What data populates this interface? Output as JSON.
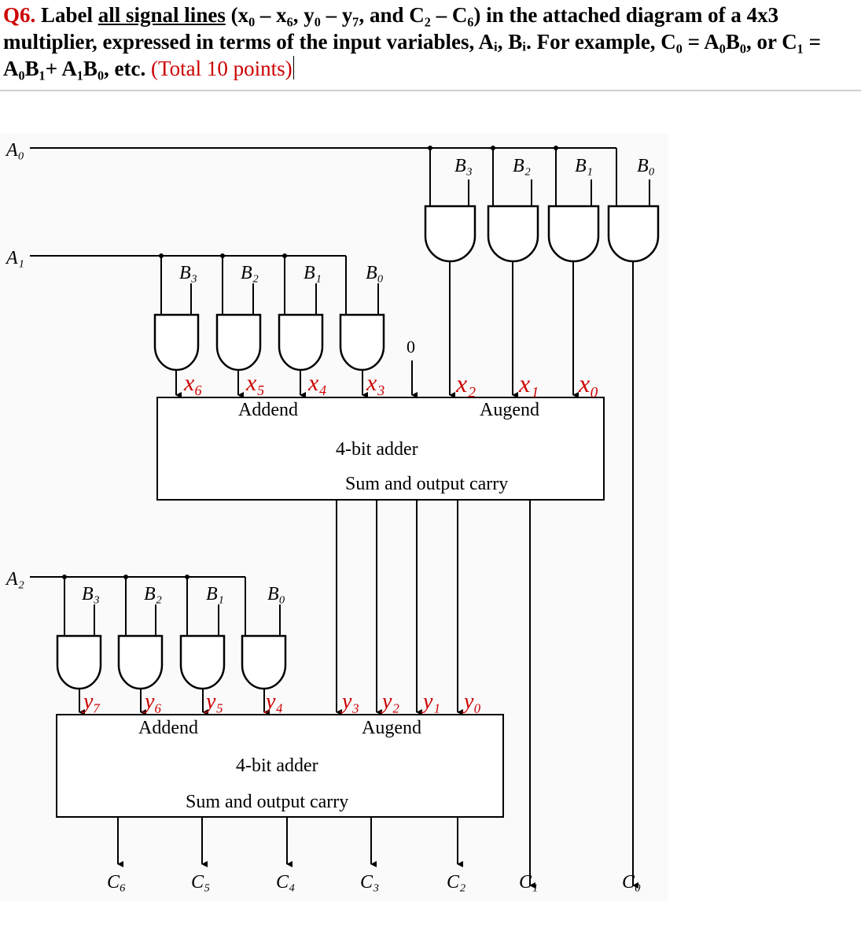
{
  "question": {
    "number": "Q6.",
    "part1": " Label ",
    "underlined": "all signal lines",
    "part2": " (x₀ – x₆, y₀ – y₇, and C₂ – C₆) in the attached diagram of a 4x3 multiplier, expressed in terms of the input variables, Aᵢ, Bᵢ. For example, C₀ = A₀B₀, or C₁ = A₀B₁+ A₁B₀, etc.",
    "points": " (Total 10 points)"
  },
  "diagram": {
    "inputs": {
      "a0": "A₀",
      "a1": "A₁",
      "a2": "A₂"
    },
    "row0_b_labels": [
      "B₃",
      "B₂",
      "B₁",
      "B₀"
    ],
    "row1_b_labels": [
      "B₃",
      "B₂",
      "B₁",
      "B₀"
    ],
    "row2_b_labels": [
      "B₃",
      "B₂",
      "B₁",
      "B₀"
    ],
    "zero_label": "0",
    "x_labels": [
      "x₆",
      "x₅",
      "x₄",
      "x₃",
      "x₂",
      "x₁",
      "x₀"
    ],
    "y_labels": [
      "y₇",
      "y₆",
      "y₅",
      "y₄",
      "y₃",
      "y₂",
      "y₁",
      "y₀"
    ],
    "adder1": {
      "addend": "Addend",
      "augend": "Augend",
      "name": "4-bit adder",
      "output": "Sum and output carry"
    },
    "adder2": {
      "addend": "Addend",
      "augend": "Augend",
      "name": "4-bit adder",
      "output": "Sum and output carry"
    },
    "outputs": [
      "C₆",
      "C₅",
      "C₄",
      "C₃",
      "C₂",
      "C₁",
      "C₀"
    ]
  },
  "colors": {
    "annotation": "#cc0000",
    "wire": "#000000",
    "background": "#ffffff"
  }
}
